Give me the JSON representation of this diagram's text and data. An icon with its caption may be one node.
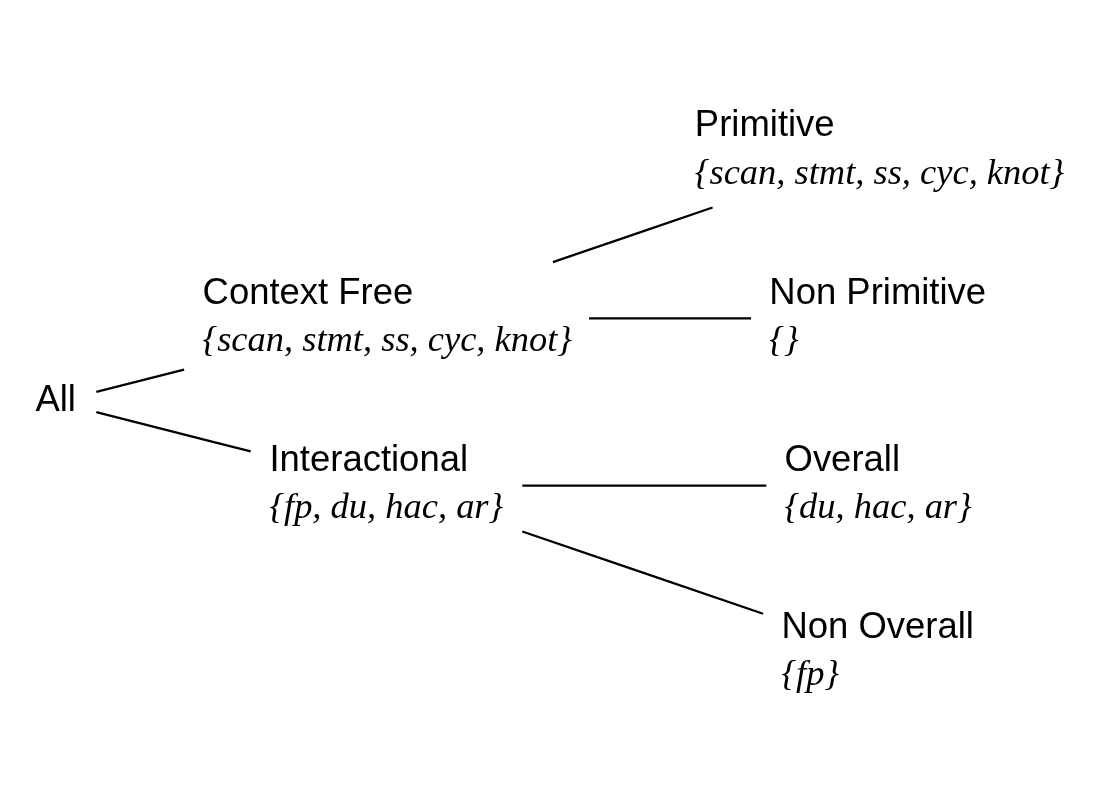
{
  "diagram": {
    "nodes": [
      {
        "text": [
          "All"
        ]
      },
      {
        "text": [
          "Context Free",
          "{scan, stmt, ss, cyc, knot}"
        ]
      },
      {
        "text": [
          "Interactional",
          "{fp, du, hac, ar}"
        ]
      },
      {
        "text": [
          "Primitive",
          "{scan, stmt, ss, cyc, knot}"
        ]
      },
      {
        "text": [
          "Non Primitive",
          "{}"
        ]
      },
      {
        "text": [
          "Overall",
          "{du, hac, ar}"
        ]
      },
      {
        "text": [
          "Non Overall",
          "{fp}"
        ]
      }
    ],
    "edges": [
      {
        "from": 0,
        "to": 1,
        "arrow": "none"
      },
      {
        "from": 0,
        "to": 2,
        "arrow": "none"
      },
      {
        "from": 1,
        "to": 3,
        "arrow": "none"
      },
      {
        "from": 1,
        "to": 4,
        "arrow": "none"
      },
      {
        "from": 2,
        "to": 5,
        "arrow": "none"
      },
      {
        "from": 2,
        "to": 6,
        "arrow": "none"
      }
    ]
  }
}
